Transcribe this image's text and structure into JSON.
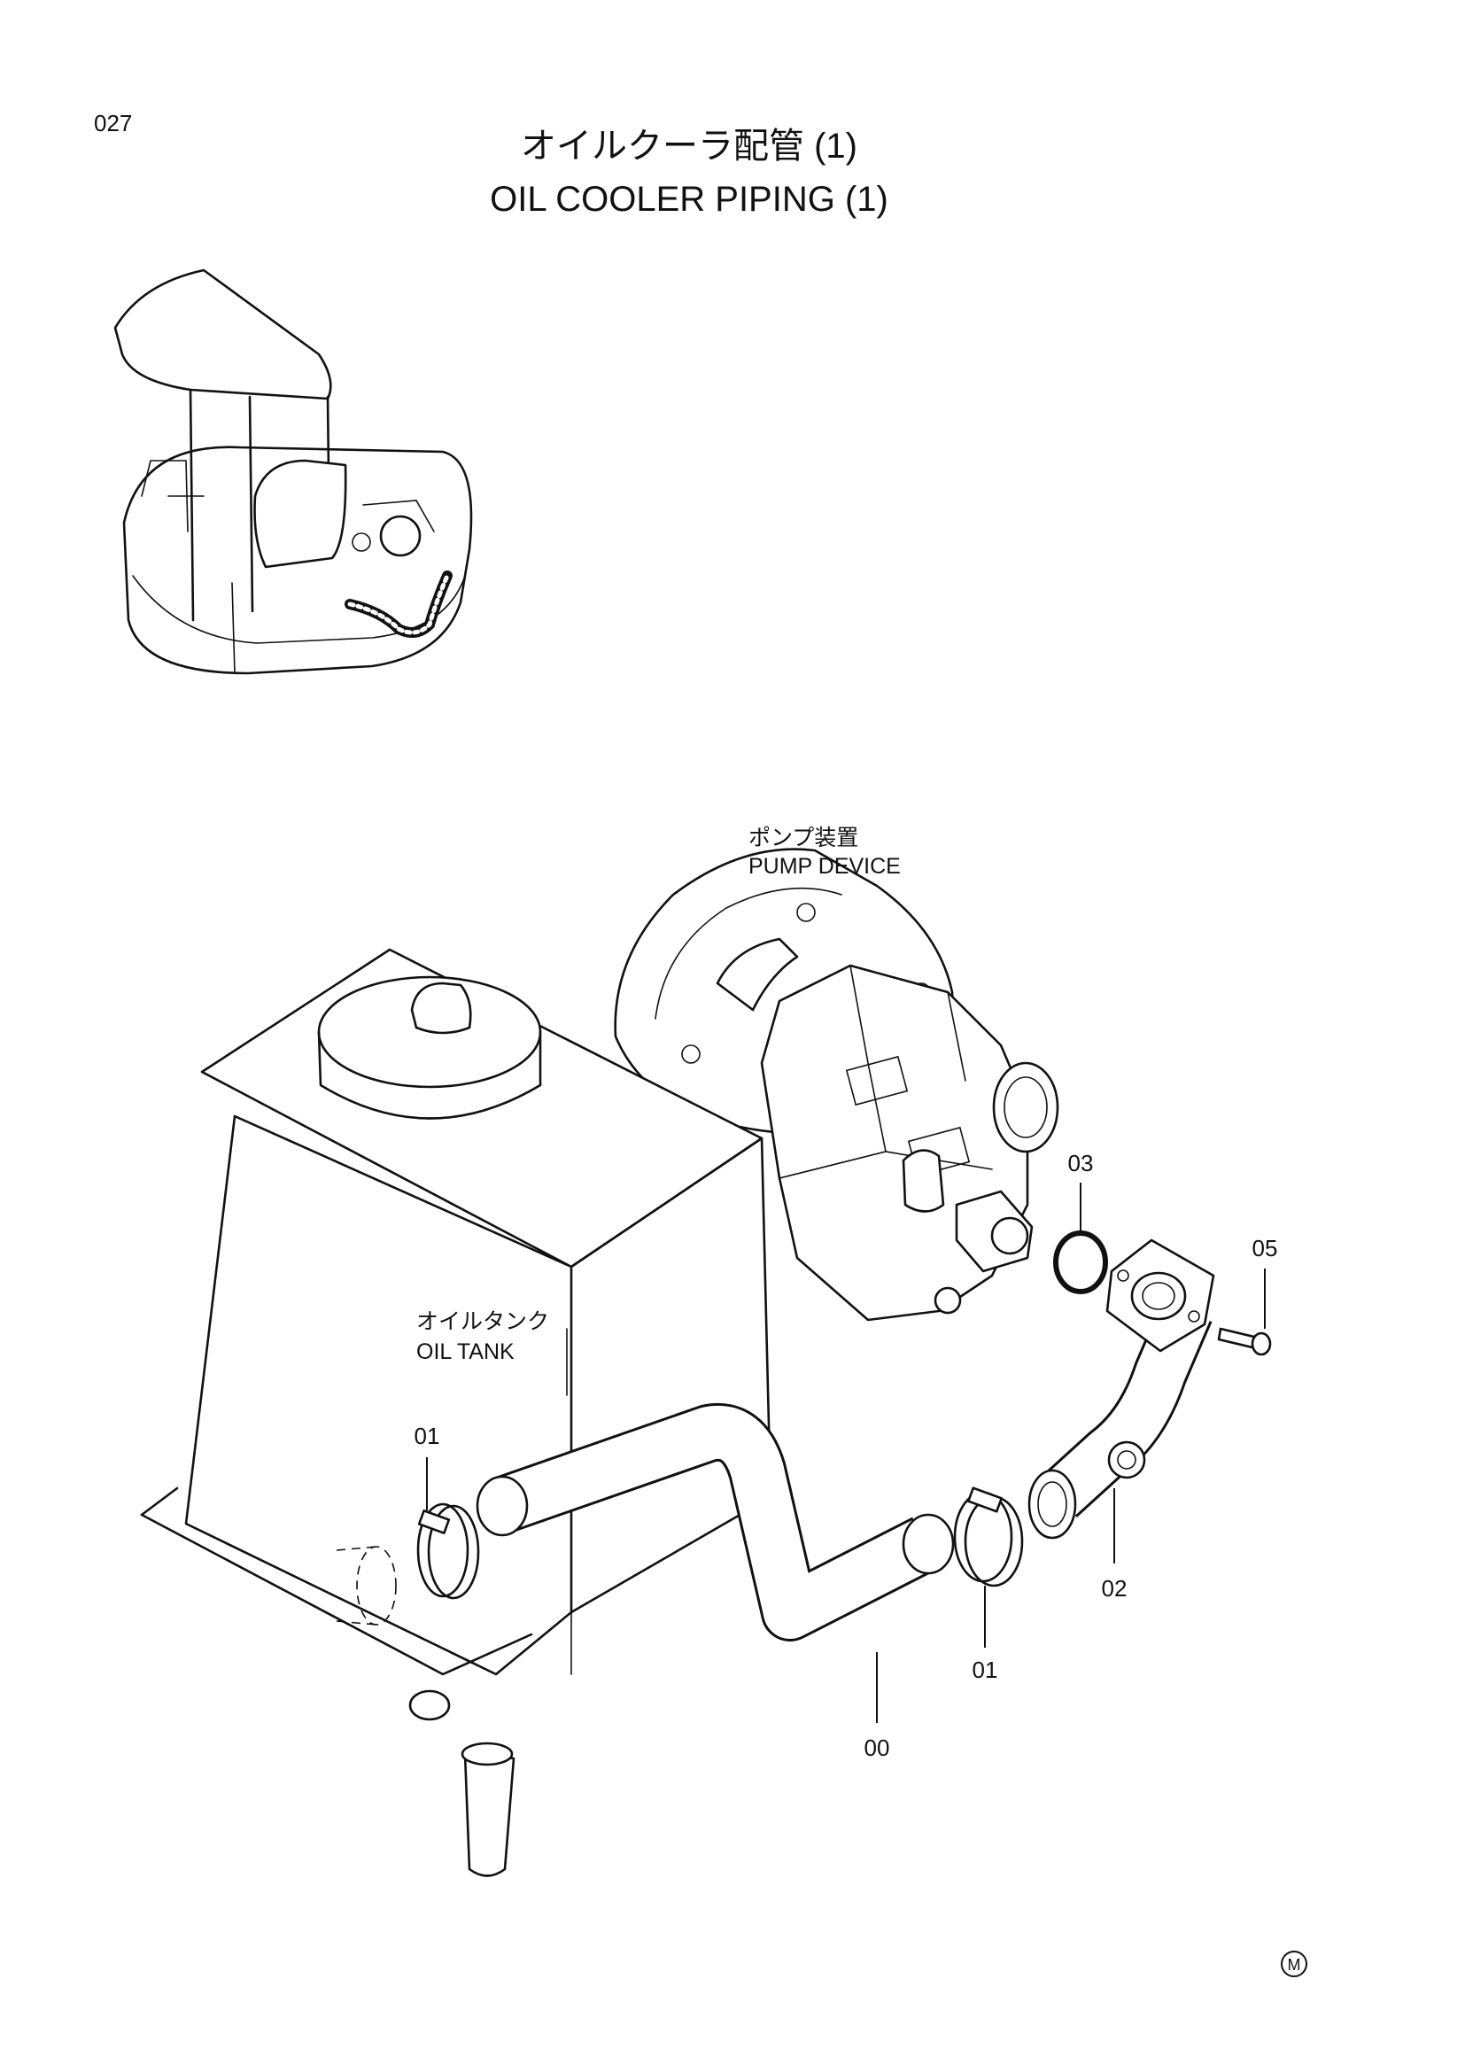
{
  "page_number": "027",
  "title_jp": "オイルクーラ配管 (1)",
  "title_en": "OIL COOLER PIPING (1)",
  "labels": {
    "pump_jp": "ポンプ装置",
    "pump_en": "PUMP DEVICE",
    "tank_jp": "オイルタンク",
    "tank_en": "OIL TANK"
  },
  "callouts": [
    {
      "id": "00",
      "text": "00"
    },
    {
      "id": "01a",
      "text": "01"
    },
    {
      "id": "01b",
      "text": "01"
    },
    {
      "id": "02",
      "text": "02"
    },
    {
      "id": "03",
      "text": "03"
    },
    {
      "id": "05",
      "text": "05"
    }
  ],
  "mark": "M"
}
